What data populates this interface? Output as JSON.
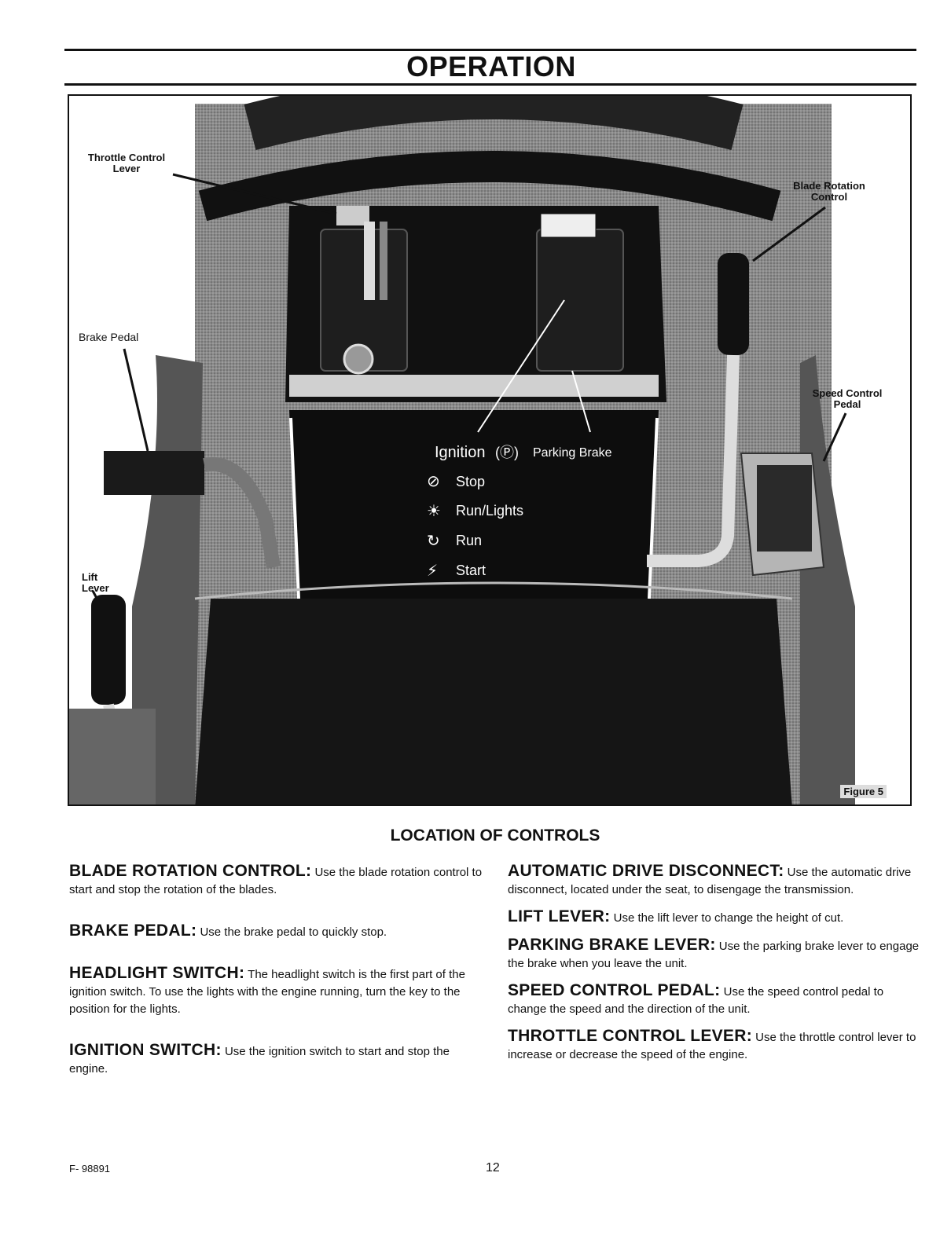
{
  "header": {
    "title": "OPERATION"
  },
  "figure": {
    "callouts": {
      "throttle": "Throttle Control Lever",
      "blade": "Blade Rotation Control",
      "brake": "Brake Pedal",
      "speed": "Speed Control Pedal",
      "lift": "Lift Lever"
    },
    "caption": "Figure 5",
    "panel": {
      "ignition": "Ignition",
      "parking_brake": "Parking Brake",
      "stop": "Stop",
      "run_lights": "Run/Lights",
      "run": "Run",
      "start": "Start"
    },
    "colors": {
      "ink": "#111111",
      "mid_gray": "#6e6e6e",
      "light_gray": "#bcbcbc"
    }
  },
  "section": {
    "heading": "LOCATION OF CONTROLS"
  },
  "left_column": [
    {
      "term": "BLADE ROTATION CONTROL:",
      "text": "Use the blade rotation control to start and stop the rotation of the blades."
    },
    {
      "term": "BRAKE PEDAL:",
      "text": "Use the brake pedal to quickly stop."
    },
    {
      "term": "HEADLIGHT SWITCH:",
      "text": "The headlight switch is the first part of the ignition switch. To use the lights with the engine running, turn the key to the position for the lights."
    },
    {
      "term": "IGNITION SWITCH:",
      "text": "Use the ignition switch to start and stop the engine."
    }
  ],
  "right_column": [
    {
      "term": "AUTOMATIC DRIVE DISCONNECT:",
      "text": "Use the automatic drive disconnect, located under the seat, to disengage the transmission."
    },
    {
      "term": "LIFT LEVER:",
      "text": "Use the lift lever to change the height of cut."
    },
    {
      "term": "PARKING BRAKE LEVER:",
      "text": "Use the parking brake lever to engage the brake when you leave the unit."
    },
    {
      "term": "SPEED CONTROL PEDAL:",
      "text": "Use the speed control pedal to change the speed and the direction of the unit."
    },
    {
      "term": "THROTTLE CONTROL LEVER:",
      "text": "Use the throttle control lever to increase or decrease the speed of the engine."
    }
  ],
  "footer": {
    "code": "F- 98891",
    "page": "12"
  }
}
